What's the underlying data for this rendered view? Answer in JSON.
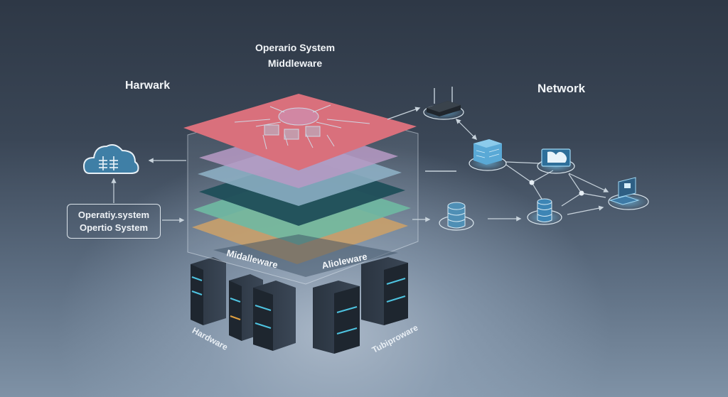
{
  "labels": {
    "top_line1": "Operario System",
    "top_line2": "Middleware",
    "left_heading": "Harwark",
    "right_heading": "Network",
    "os_box_line1": "Operatiy.system",
    "os_box_line2": "Opertio System",
    "stack_label_left": "Midalleware",
    "stack_label_right": "Alioleware",
    "floor_label_left": "Hardware",
    "floor_label_right": "Tubiproware"
  },
  "layers": [
    {
      "name": "top-circuit-layer",
      "color": "#d9707c"
    },
    {
      "name": "violet-layer",
      "color": "#b79ac4"
    },
    {
      "name": "light-blue-layer",
      "color": "#8fb3c8"
    },
    {
      "name": "dark-teal-layer",
      "color": "#1f4e58"
    },
    {
      "name": "green-layer",
      "color": "#6fb9a2"
    },
    {
      "name": "gold-layer",
      "color": "#c9a06a"
    }
  ],
  "icons": {
    "cloud": "cloud-icon",
    "router": "router-icon",
    "server_cube": "server-cube-icon",
    "laptop": "laptop-icon",
    "database_left": "database-icon",
    "database_center": "database-icon",
    "workstation": "workstation-icon",
    "server_rack": "server-rack-icon"
  },
  "colors": {
    "accent_blue": "#5aa9d6",
    "line": "#c8d3dc"
  }
}
